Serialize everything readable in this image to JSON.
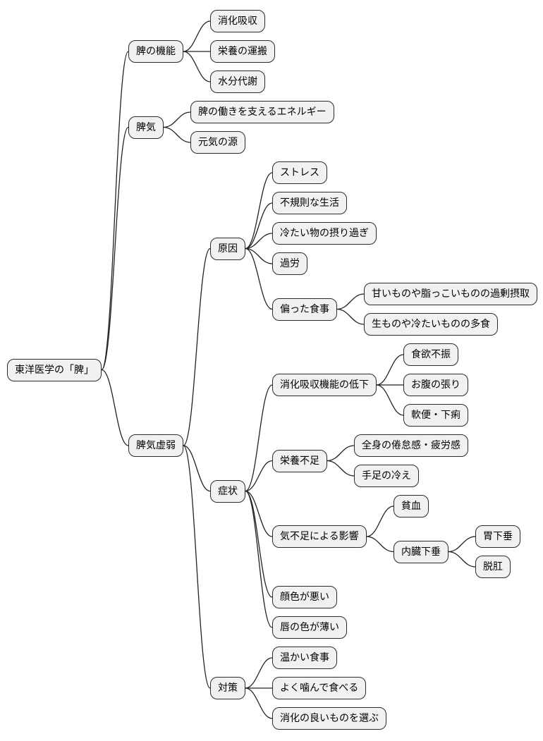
{
  "diagram": {
    "type": "mindmap",
    "colors": {
      "background": "#ffffff",
      "node_fill": "#f1f1f1",
      "node_border": "#2b2b2b",
      "line_color": "#222222",
      "text_color": "#000000"
    },
    "tree": {
      "label": "東洋医学の「脾」",
      "children": [
        {
          "label": "脾の機能",
          "children": [
            {
              "label": "消化吸収"
            },
            {
              "label": "栄養の運搬"
            },
            {
              "label": "水分代謝"
            }
          ]
        },
        {
          "label": "脾気",
          "children": [
            {
              "label": "脾の働きを支えるエネルギー"
            },
            {
              "label": "元気の源"
            }
          ]
        },
        {
          "label": "脾気虚弱",
          "children": [
            {
              "label": "原因",
              "children": [
                {
                  "label": "ストレス"
                },
                {
                  "label": "不規則な生活"
                },
                {
                  "label": "冷たい物の摂り過ぎ"
                },
                {
                  "label": "過労"
                },
                {
                  "label": "偏った食事",
                  "children": [
                    {
                      "label": "甘いものや脂っこいものの過剰摂取"
                    },
                    {
                      "label": "生ものや冷たいものの多食"
                    }
                  ]
                }
              ]
            },
            {
              "label": "症状",
              "children": [
                {
                  "label": "消化吸収機能の低下",
                  "children": [
                    {
                      "label": "食欲不振"
                    },
                    {
                      "label": "お腹の張り"
                    },
                    {
                      "label": "軟便・下痢"
                    }
                  ]
                },
                {
                  "label": "栄養不足",
                  "children": [
                    {
                      "label": "全身の倦怠感・疲労感"
                    },
                    {
                      "label": "手足の冷え"
                    }
                  ]
                },
                {
                  "label": "気不足による影響",
                  "children": [
                    {
                      "label": "貧血"
                    },
                    {
                      "label": "内臓下垂",
                      "children": [
                        {
                          "label": "胃下垂"
                        },
                        {
                          "label": "脱肛"
                        }
                      ]
                    }
                  ]
                },
                {
                  "label": "顔色が悪い"
                },
                {
                  "label": "唇の色が薄い"
                }
              ]
            },
            {
              "label": "対策",
              "children": [
                {
                  "label": "温かい食事"
                },
                {
                  "label": "よく噛んで食べる"
                },
                {
                  "label": "消化の良いものを選ぶ"
                }
              ]
            }
          ]
        }
      ]
    }
  }
}
